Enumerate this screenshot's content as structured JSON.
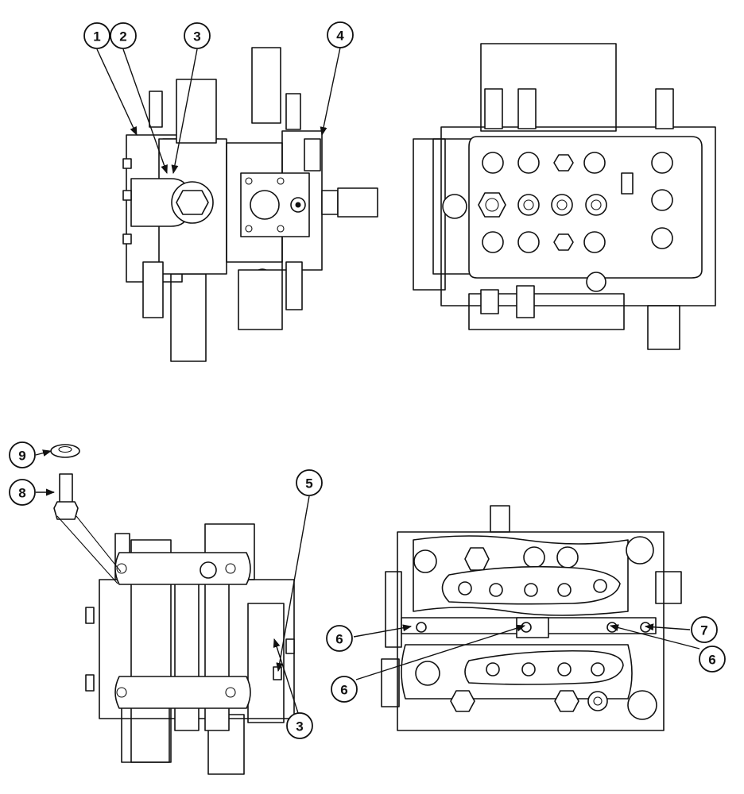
{
  "callouts": {
    "c1": "1",
    "c2": "2",
    "c3a": "3",
    "c4": "4",
    "c5": "5",
    "c3b": "3",
    "c6a": "6",
    "c6b": "6",
    "c6c": "6",
    "c7": "7",
    "c8": "8",
    "c9": "9"
  },
  "colors": {
    "ink": "#111111",
    "paper": "#ffffff"
  }
}
